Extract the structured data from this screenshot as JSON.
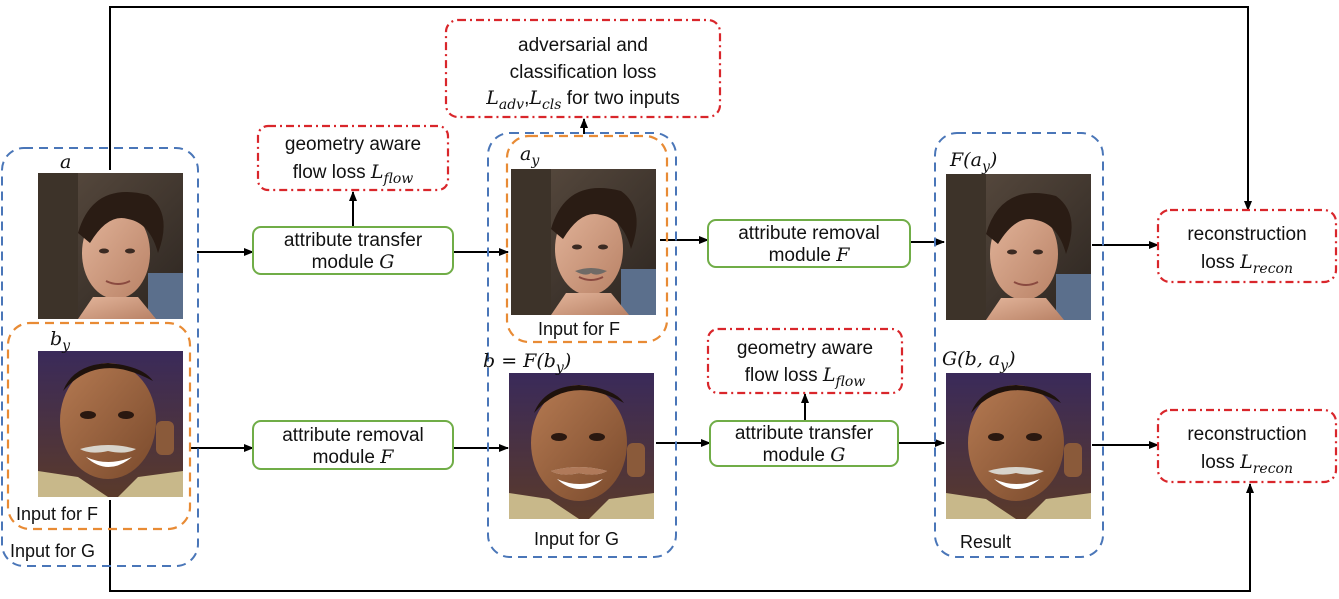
{
  "modules": {
    "transfer_top": {
      "line1": "attribute transfer",
      "line2": "module"
    },
    "removal_top": {
      "line1": "attribute removal",
      "line2": "module"
    },
    "removal_bottom": {
      "line1": "attribute removal",
      "line2": "module"
    },
    "transfer_bottom": {
      "line1": "attribute transfer",
      "line2": "module"
    },
    "symbol_G": "G",
    "symbol_F": "F"
  },
  "losses": {
    "flow_top": {
      "line1": "geometry aware",
      "line2": "flow loss",
      "symbol": "L",
      "sub": "flow"
    },
    "flow_bottom": {
      "line1": "geometry aware",
      "line2": "flow loss",
      "symbol": "L",
      "sub": "flow"
    },
    "adv": {
      "line1": "adversarial and",
      "line2": "classification loss",
      "sym1": "L",
      "sub1": "adv",
      "sep": ",",
      "sym2": "L",
      "sub2": "cls",
      "tail": "for two inputs"
    },
    "recon_top": {
      "line1": "reconstruction",
      "line2": "loss",
      "symbol": "L",
      "sub": "recon"
    },
    "recon_bottom": {
      "line1": "reconstruction",
      "line2": "loss",
      "symbol": "L",
      "sub": "recon"
    }
  },
  "image_labels": {
    "a": "a",
    "b_y_base": "b",
    "b_y_sub": "y",
    "a_y_base": "a",
    "a_y_sub": "y",
    "b_eq_pre": "b = F(b",
    "b_eq_sub": "y",
    "b_eq_post": ")",
    "Fa_pre": "F(a",
    "Fa_sub": "y",
    "Fa_post": ")",
    "Gb_pre": "G(b, a",
    "Gb_sub": "y",
    "Gb_post": ")"
  },
  "group_labels": {
    "input_for_F_left": "Input for F",
    "input_for_G_left": "Input for G",
    "input_for_F_mid": "Input for F",
    "input_for_G_mid": "Input for G",
    "result": "Result"
  },
  "colors": {
    "module_border": "#70ad47",
    "loss_border": "#d9262b",
    "group_blue": "#4a76b8",
    "group_orange": "#e88b35"
  }
}
